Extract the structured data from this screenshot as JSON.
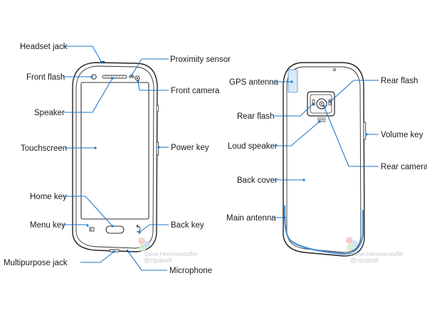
{
  "accent_color": "#1f77c8",
  "antenna_color": "#4a8fd0",
  "front_labels": {
    "headset_jack": "Headset jack",
    "front_flash": "Front flash",
    "speaker": "Speaker",
    "touchscreen": "Touchscreen",
    "home_key": "Home key",
    "menu_key": "Menu key",
    "multipurpose_jack": "Multipurpose jack",
    "proximity_sensor": "Proximity sensor",
    "front_camera": "Front camera",
    "power_key": "Power key",
    "back_key": "Back key",
    "microphone": "Microphone"
  },
  "back_labels": {
    "gps_antenna": "GPS antenna",
    "rear_flash_left": "Rear flash",
    "loud_speaker": "Loud speaker",
    "back_cover": "Back cover",
    "main_antenna": "Main antenna",
    "rear_flash_right": "Rear flash",
    "volume_key": "Volume key",
    "rear_camera": "Rear camera"
  },
  "watermark": {
    "line1": "Steve Hemmerstoffer",
    "line2": "@rquandt"
  },
  "icons": {
    "menu_key": "menu-key-icon",
    "back_key": "back-arrow-icon",
    "home_key": "home-button-icon"
  }
}
